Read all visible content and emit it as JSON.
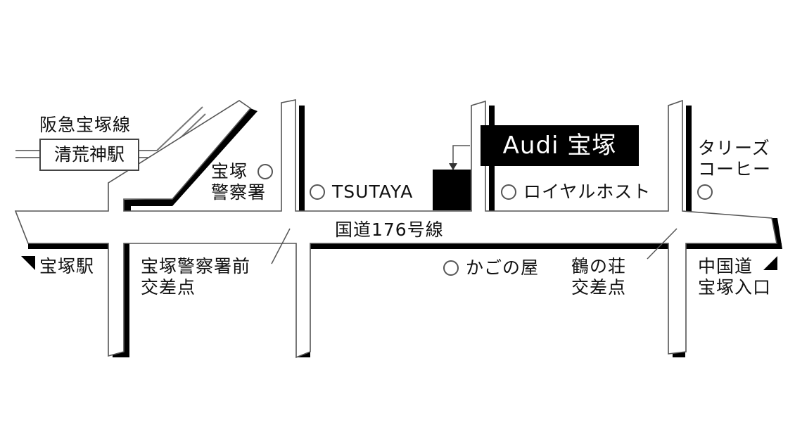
{
  "railway_line": "阪急宝塚線",
  "station": "清荒神駅",
  "store": "Audi 宝塚",
  "road": "国道176号線",
  "landmarks": {
    "police": [
      "宝塚",
      "警察署"
    ],
    "tsutaya": "TSUTAYA",
    "royal_host": "ロイヤルホスト",
    "tullys": [
      "タリーズ",
      "コーヒー"
    ],
    "kagonoya": "かごの屋"
  },
  "directions": {
    "left": "宝塚駅",
    "right": [
      "中国道",
      "宝塚入口"
    ]
  },
  "intersections": {
    "police_front": [
      "宝塚警察署前",
      "交差点"
    ],
    "tsurunoso": [
      "鶴の荘",
      "交差点"
    ]
  },
  "colors": {
    "road_fill": "#ffffff",
    "road_outline": "#555555",
    "shadow": "#000000",
    "store_marker": "#000000"
  },
  "icons": [
    "landmark-circle-icon",
    "direction-arrow-icon",
    "store-marker-icon"
  ]
}
